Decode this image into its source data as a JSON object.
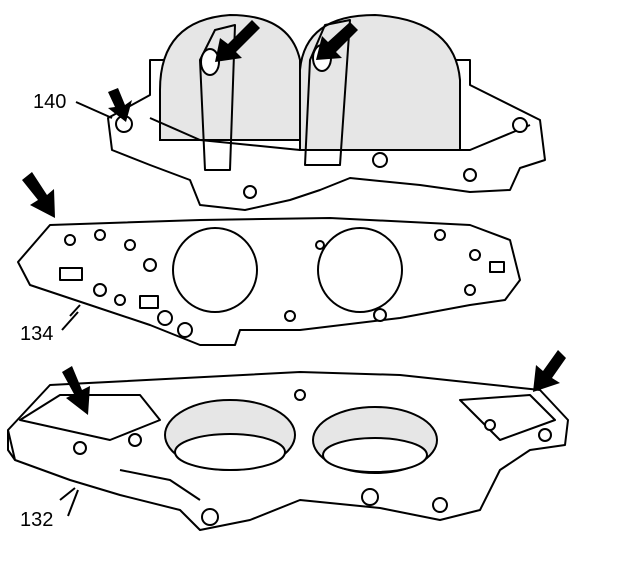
{
  "diagram": {
    "labels": {
      "upper_housing": "140",
      "gasket": "134",
      "lower_plate": "132"
    },
    "colors": {
      "line": "#000000",
      "background": "#ffffff"
    }
  }
}
